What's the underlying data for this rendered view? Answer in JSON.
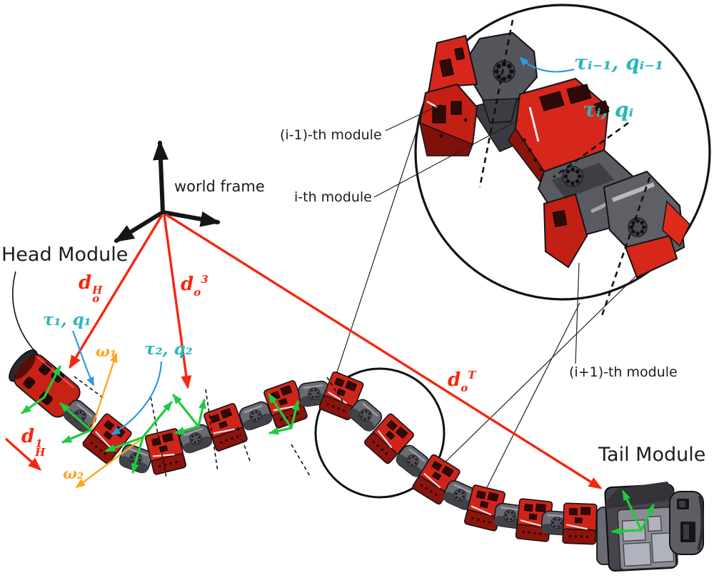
{
  "labels": {
    "head_module": "Head Module",
    "tail_module": "Tail Module",
    "world_frame": "world frame",
    "module_prev": "(i-1)-th module",
    "module_i": "i-th module",
    "module_next": "(i+1)-th module"
  },
  "math": {
    "tau1": "τ₁, q₁",
    "tau2": "τ₂, q₂",
    "omega1": "ω₁",
    "omega2": "ω₂",
    "tau_prev": "τᵢ₋₁, qᵢ₋₁",
    "tau_i": "τᵢ, qᵢ",
    "d_oH": {
      "base": "d",
      "sup": "H",
      "sub": "o"
    },
    "d_o3": {
      "base": "d",
      "sup": "3",
      "sub": "o"
    },
    "d_oT": {
      "base": "d",
      "sup": "T",
      "sub": "o"
    },
    "d_H1": {
      "base": "d",
      "sup": "1",
      "sub": "H"
    }
  },
  "colors": {
    "annotation_red": "#f5270e",
    "cyan": "#29b6bd",
    "orange": "#ffa41b",
    "green": "#1fcb3f",
    "blue": "#2d9ae0",
    "robot_red": "#d0241a",
    "robot_gray": "#64646c"
  }
}
